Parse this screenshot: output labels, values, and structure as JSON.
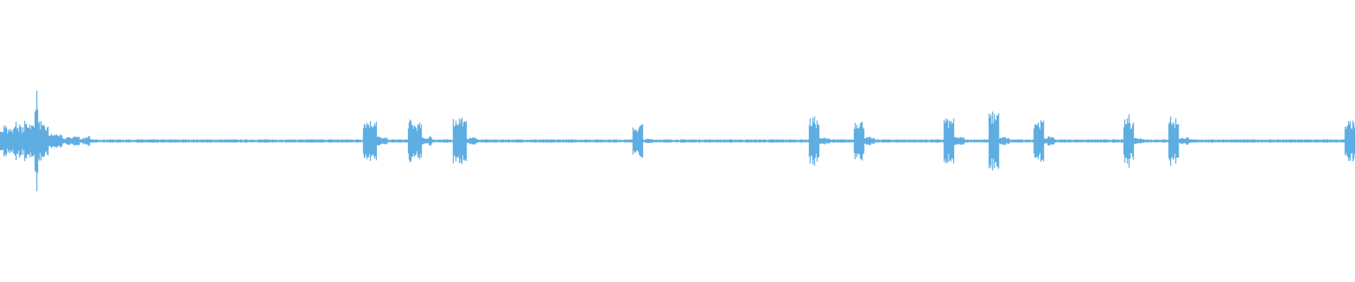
{
  "chart_data": {
    "type": "area",
    "description_kind": "audio-waveform",
    "color": "#5dade2",
    "background": "#ffffff",
    "grid": false,
    "legend": "none",
    "ylim": [
      -1,
      1
    ],
    "sample_count": 392,
    "baseline_amplitude": 0.012,
    "onset": {
      "start": 0,
      "end": 26,
      "peak_sample": 10,
      "peak": 0.37,
      "early_level": 0.17,
      "decay_level": 0.03
    },
    "bursts": [
      {
        "start": 105,
        "end": 109,
        "peak": 0.17,
        "tail": 0.03
      },
      {
        "start": 118,
        "end": 122,
        "peak": 0.16,
        "tail": 0.03
      },
      {
        "start": 131,
        "end": 135,
        "peak": 0.19,
        "tail": 0.03
      },
      {
        "start": 183,
        "end": 186,
        "peak": 0.13,
        "tail": 0.02
      },
      {
        "start": 234,
        "end": 237,
        "peak": 0.18,
        "tail": 0.03
      },
      {
        "start": 247,
        "end": 250,
        "peak": 0.18,
        "tail": 0.03
      },
      {
        "start": 273,
        "end": 276,
        "peak": 0.18,
        "tail": 0.03
      },
      {
        "start": 286,
        "end": 289,
        "peak": 0.23,
        "tail": 0.03
      },
      {
        "start": 299,
        "end": 302,
        "peak": 0.18,
        "tail": 0.03
      },
      {
        "start": 325,
        "end": 328,
        "peak": 0.2,
        "tail": 0.03
      },
      {
        "start": 338,
        "end": 341,
        "peak": 0.19,
        "tail": 0.03
      },
      {
        "start": 389,
        "end": 392,
        "peak": 0.15,
        "tail": 0.0
      }
    ]
  }
}
